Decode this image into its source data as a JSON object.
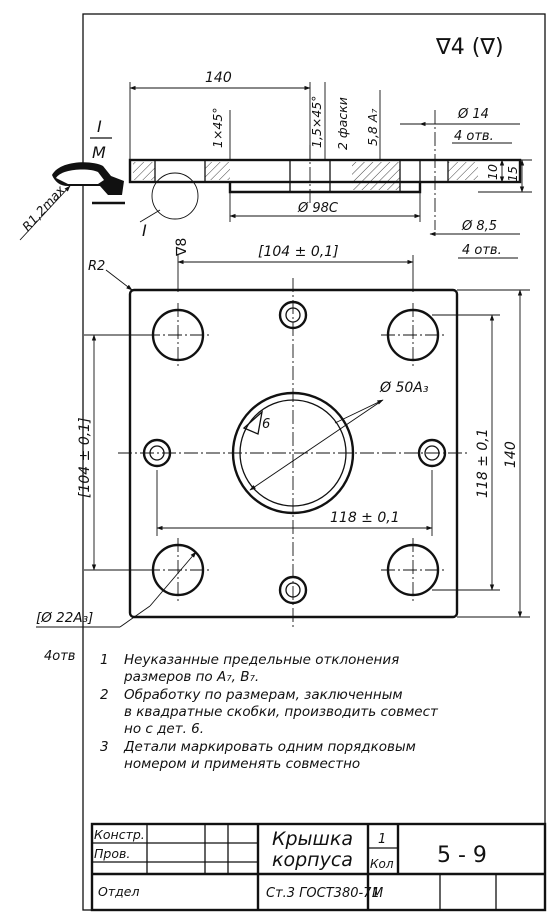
{
  "surface_finish": "∇4 (∇)",
  "section": {
    "label_top": "I",
    "label_bottom": "M",
    "label_roman": "I",
    "radius": "R1,2max"
  },
  "dims": {
    "length_140": "140",
    "chamfer_1": "1×45°",
    "chamfer_2": "1,5×45°",
    "chamfer_2_note": "2 фаски",
    "bore": "5,8 A₇",
    "dia_14": "Ø 14",
    "holes_4_top": "4 отв.",
    "h10": "10",
    "h15": "15",
    "dia_98": "Ø 98C",
    "dia_8_5": "Ø 8,5",
    "holes_4_mid": "4 отв.",
    "finish_8": "∇8",
    "w104": "[104 ± 0,1]",
    "r2": "R2",
    "dia_50": "Ø 50A₃",
    "finish_6": "6",
    "v104": "[104 ± 0,1]",
    "v118": "118 ± 0,1",
    "v140": "140",
    "h118": "118 ± 0,1",
    "dia_22": "[Ø 22A₃]",
    "holes_4_bottom": "4отв"
  },
  "notes": [
    {
      "num": "1",
      "text": "Неуказанные предельные отклонения\nразмеров по A₇, B₇."
    },
    {
      "num": "2",
      "text": "Обработку по размерам, заключенным\nв квадратные скобки, производить совмест\nно с дет. 6."
    },
    {
      "num": "3",
      "text": "Детали маркировать одним порядковым\nномером и применять совместно"
    }
  ],
  "title_block": {
    "konstr": "Констр.",
    "prov": "Пров.",
    "otdel": "Отдел",
    "name_line1": "Крышка",
    "name_line2": "корпуса",
    "qty": "1",
    "qty_label": "Кол",
    "number": "5 - 9",
    "material": "Ст.3 ГОСТ380-71",
    "scale": "М"
  }
}
